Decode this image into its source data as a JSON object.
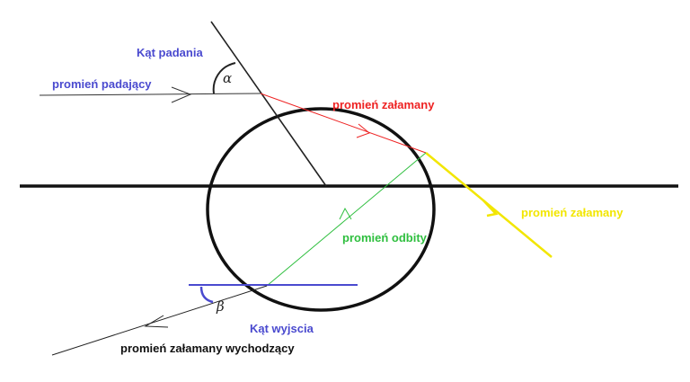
{
  "colors": {
    "blue": "#4a4acf",
    "red": "#ee2222",
    "yellow": "#f2e600",
    "green": "#2fbf3f",
    "black": "#111111",
    "sketch": "#222222"
  },
  "labels": {
    "angle_incidence": "Kąt padania",
    "incident_ray": "promień padający",
    "refracted_inner": "promień załamany",
    "refracted_outer": "promień załamany",
    "reflected_ray": "promień odbity",
    "angle_exit": "Kąt wyjscia",
    "exit_ray": "promień załamany wychodzący"
  },
  "symbols": {
    "alpha": "α",
    "beta": "β"
  }
}
